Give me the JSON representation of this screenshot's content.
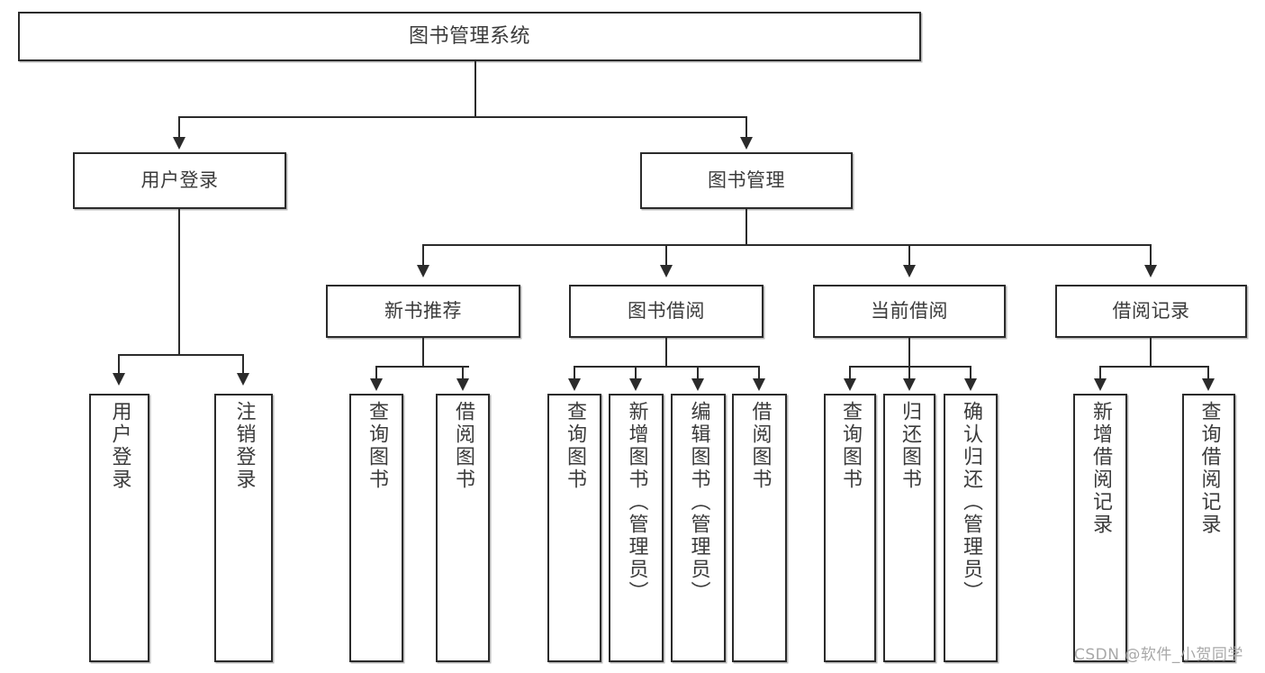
{
  "diagram": {
    "type": "tree-hierarchy",
    "orientation": "top-down",
    "title": "图书管理系统",
    "colors": {
      "stroke": "#2b2b2b",
      "text": "#3b3b3b",
      "background": "#ffffff",
      "shadow": "#b9b9b9",
      "watermark": "#a8a8a8"
    },
    "levels": 4,
    "root": {
      "label": "图书管理系统"
    },
    "level2": [
      {
        "label": "用户登录"
      },
      {
        "label": "图书管理"
      }
    ],
    "level3": [
      {
        "label": "新书推荐"
      },
      {
        "label": "图书借阅"
      },
      {
        "label": "当前借阅"
      },
      {
        "label": "借阅记录"
      }
    ],
    "leaves": {
      "user_login": [
        {
          "label": "用户登录"
        },
        {
          "label": "注销登录"
        }
      ],
      "new_book_recommend": [
        {
          "label": "查询图书"
        },
        {
          "label": "借阅图书"
        }
      ],
      "book_borrow": [
        {
          "label": "查询图书"
        },
        {
          "label": "新增图书（管理员）"
        },
        {
          "label": "编辑图书（管理员）"
        },
        {
          "label": "借阅图书"
        }
      ],
      "current_borrow": [
        {
          "label": "查询图书"
        },
        {
          "label": "归还图书"
        },
        {
          "label": "确认归还（管理员）"
        }
      ],
      "borrow_record": [
        {
          "label": "新增借阅记录"
        },
        {
          "label": "查询借阅记录"
        }
      ]
    }
  },
  "watermark": {
    "text": "CSDN @软件_小贺同学"
  }
}
